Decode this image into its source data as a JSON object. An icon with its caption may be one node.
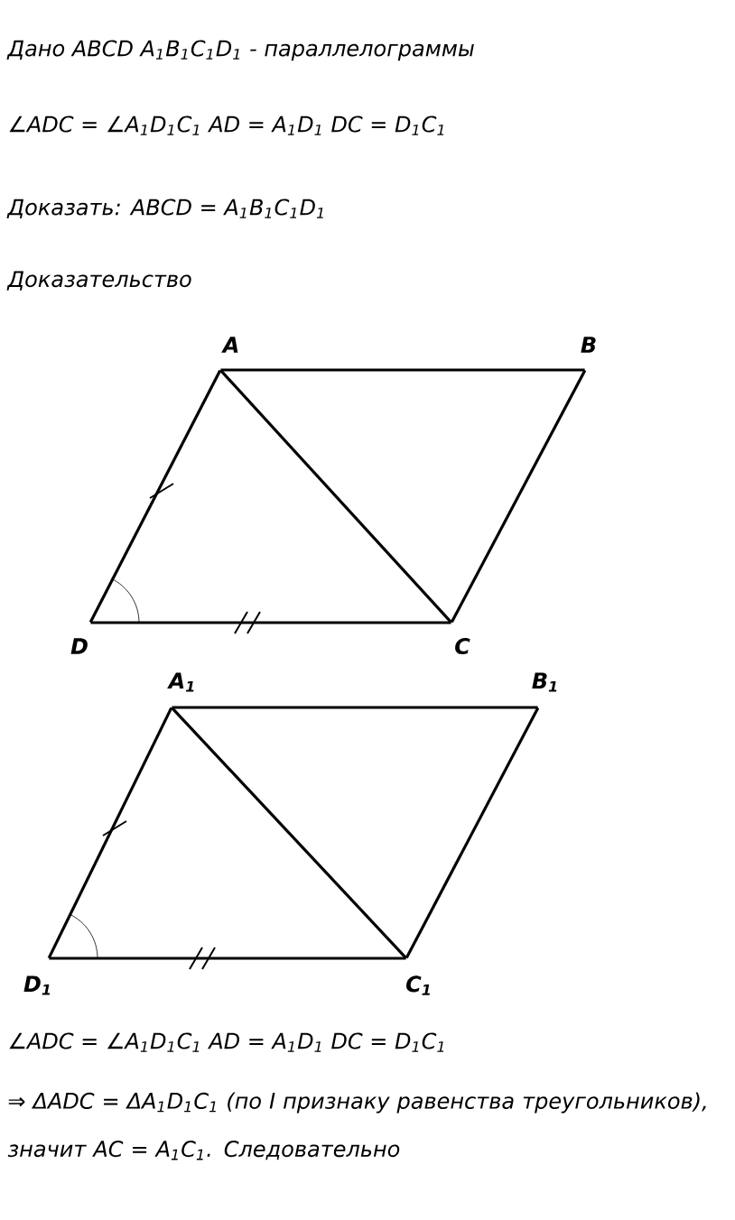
{
  "diagram": {
    "nodes": [
      {
        "text": [
          "A"
        ]
      },
      {
        "text": [
          "B"
        ]
      },
      {
        "text": [
          "C"
        ]
      },
      {
        "text": [
          "D"
        ]
      },
      {
        "text": [
          "A$_{1}$"
        ]
      },
      {
        "text": [
          "B$_{1}$"
        ]
      },
      {
        "text": [
          "C$_{1}$"
        ]
      },
      {
        "text": [
          "D$_{1}$"
        ]
      }
    ],
    "edges": [
      {
        "from": 0,
        "to": 1,
        "arrow": "none"
      },
      {
        "from": 1,
        "to": 2,
        "arrow": "none"
      },
      {
        "from": 2,
        "to": 3,
        "arrow": "none"
      },
      {
        "from": 3,
        "to": 0,
        "arrow": "none"
      },
      {
        "from": 0,
        "to": 2,
        "arrow": "none"
      },
      {
        "from": 4,
        "to": 5,
        "arrow": "none"
      },
      {
        "from": 5,
        "to": 6,
        "arrow": "none"
      },
      {
        "from": 6,
        "to": 7,
        "arrow": "none"
      },
      {
        "from": 7,
        "to": 4,
        "arrow": "none"
      },
      {
        "from": 4,
        "to": 6,
        "arrow": "none"
      }
    ],
    "labels": [
      "Дано ABCD A$_{1}$B$_{1}$C$_{1}$D$_{1}$ - параллелограммы",
      "∠ADC = ∠A$_{1}$D$_{1}$C$_{1}$  AD = A$_{1}$D$_{1}$  DC = D$_{1}$C$_{1}$",
      "Доказать: ABCD = A$_{1}$B$_{1}$C$_{1}$D$_{1}$",
      "Доказательство",
      "∠ADC = ∠A$_{1}$D$_{1}$C$_{1}$  AD = A$_{1}$D$_{1}$  DC = D$_{1}$C$_{1}$",
      "⇒ ΔADC = ΔA$_{1}$D$_{1}$C$_{1}$ (по I признаку равенства треугольников), значит AC = A$_{1}$C$_{1}$. Следовательно"
    ]
  }
}
